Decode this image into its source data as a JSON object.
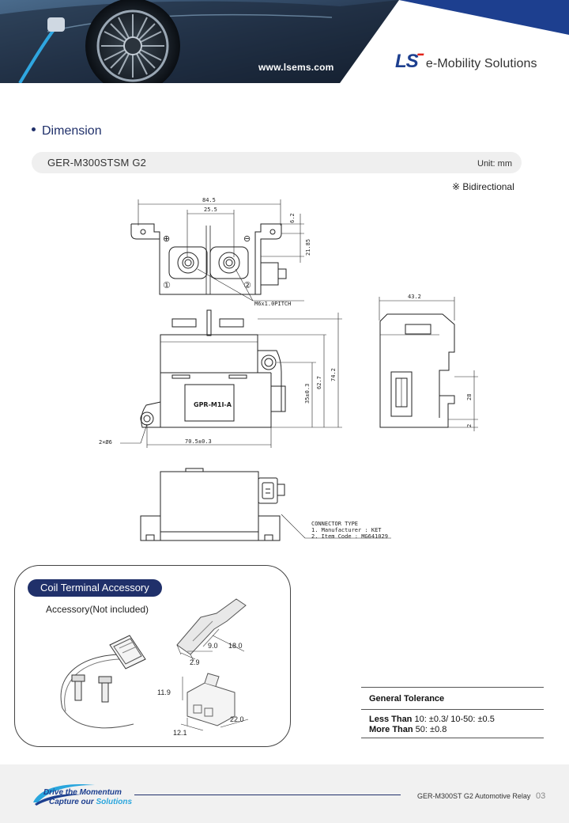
{
  "header": {
    "url": "www.lsems.com",
    "logo_mark": "LS",
    "logo_text": "e-Mobility Solutions",
    "colors": {
      "brand_navy": "#1d3f8f",
      "brand_red": "#e2231a",
      "header_blue": "#1d3f8f"
    }
  },
  "section": {
    "title": "Dimension",
    "model": "GER-M300STSM G2",
    "unit": "Unit: mm",
    "note": "※ Bidirectional"
  },
  "drawing": {
    "top_view": {
      "dim_width": "84.5",
      "dim_pitch": "25.5",
      "dim_edge": "6.2",
      "dim_depth": "21.85",
      "plus": "⊕",
      "minus": "⊖",
      "terminal1": "①",
      "terminal2": "②",
      "screw_callout": "M6x1.0PITCH"
    },
    "front_view": {
      "product_label": "GPR-M1I-A",
      "dim_height_total": "74.2",
      "dim_height_body": "62.7",
      "dim_mount": "35±0.3",
      "dim_holes": "2×Ø6",
      "dim_hole_spacing": "70.5±0.3"
    },
    "side_view": {
      "dim_width": "43.2",
      "dim_connector": "28",
      "dim_offset": "2"
    },
    "bottom_view": {
      "connector_type": "CONNECTOR TYPE",
      "manufacturer": "1. Manufacturer : KET",
      "item_code": "2. Item Code : MG641029"
    }
  },
  "accessory": {
    "title": "Coil Terminal Accessory",
    "note": "Accessory(Not included)",
    "dims": {
      "a": "9.0",
      "b": "18.0",
      "c": "2.9",
      "d": "11.9",
      "e": "22.0",
      "f": "12.1"
    }
  },
  "tolerance": {
    "title": "General Tolerance",
    "line1_label": "Less Than",
    "line1_value": " 10: ±0.3/ 10-50: ±0.5",
    "line2_label": "More Than",
    "line2_value": " 50: ±0.8"
  },
  "footer": {
    "slogan1_a": "Drive the ",
    "slogan1_b": "Momentum",
    "slogan2_a": "Capture our ",
    "slogan2_b": "Solutions",
    "doc_title": "GER-M300ST G2 Automotive Relay",
    "page": "03"
  }
}
